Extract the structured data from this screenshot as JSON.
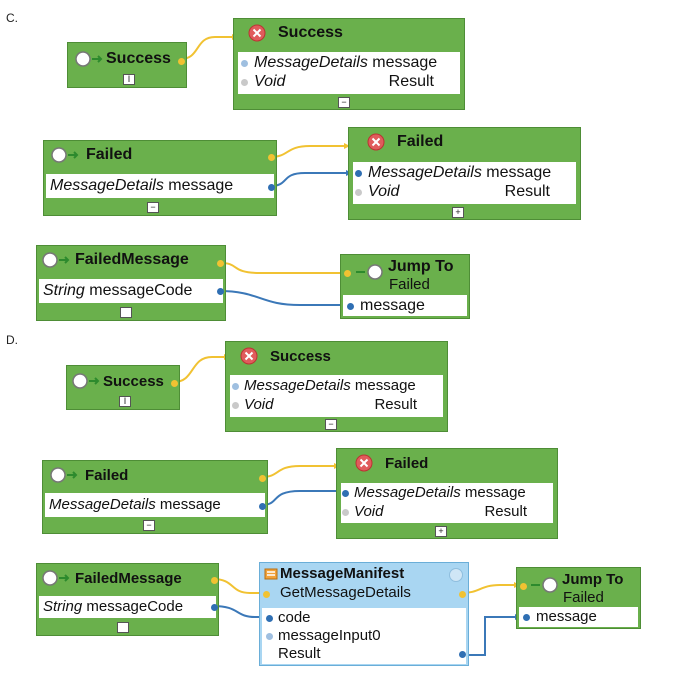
{
  "labels": {
    "c": "C.",
    "d": "D."
  },
  "c": {
    "success_start": {
      "title": "Success",
      "collapse": "I"
    },
    "success_end": {
      "title": "Success",
      "param_type": "MessageDetails",
      "param_name": "message",
      "ret_type": "Void",
      "ret_name": "Result",
      "collapse": "−"
    },
    "failed_start": {
      "title": "Failed",
      "param_type": "MessageDetails",
      "param_name": "message",
      "collapse": "−"
    },
    "failed_end": {
      "title": "Failed",
      "param_type": "MessageDetails",
      "param_name": "message",
      "ret_type": "Void",
      "ret_name": "Result",
      "collapse": "+"
    },
    "fm_start": {
      "title": "FailedMessage",
      "param_type": "String",
      "param_name": "messageCode",
      "collapse": ""
    },
    "jump": {
      "title": "Jump To",
      "subtitle": "Failed",
      "param": "message"
    }
  },
  "d": {
    "success_start": {
      "title": "Success",
      "collapse": "I"
    },
    "success_end": {
      "title": "Success",
      "param_type": "MessageDetails",
      "param_name": "message",
      "ret_type": "Void",
      "ret_name": "Result",
      "collapse": "−"
    },
    "failed_start": {
      "title": "Failed",
      "param_type": "MessageDetails",
      "param_name": "message",
      "collapse": "−"
    },
    "failed_end": {
      "title": "Failed",
      "param_type": "MessageDetails",
      "param_name": "message",
      "ret_type": "Void",
      "ret_name": "Result",
      "collapse": "+"
    },
    "fm_start": {
      "title": "FailedMessage",
      "param_type": "String",
      "param_name": "messageCode",
      "collapse": ""
    },
    "manifest": {
      "title": "MessageManifest",
      "subtitle": "GetMessageDetails",
      "p1": "code",
      "p2": "messageInput0",
      "p3": "Result"
    },
    "jump": {
      "title": "Jump To",
      "subtitle": "Failed",
      "param": "message"
    }
  },
  "colors": {
    "node_green": "#6ab04c",
    "node_blue": "#a9d6f2",
    "wire_exec": "#f1c232",
    "wire_data": "#2f6fb3"
  }
}
